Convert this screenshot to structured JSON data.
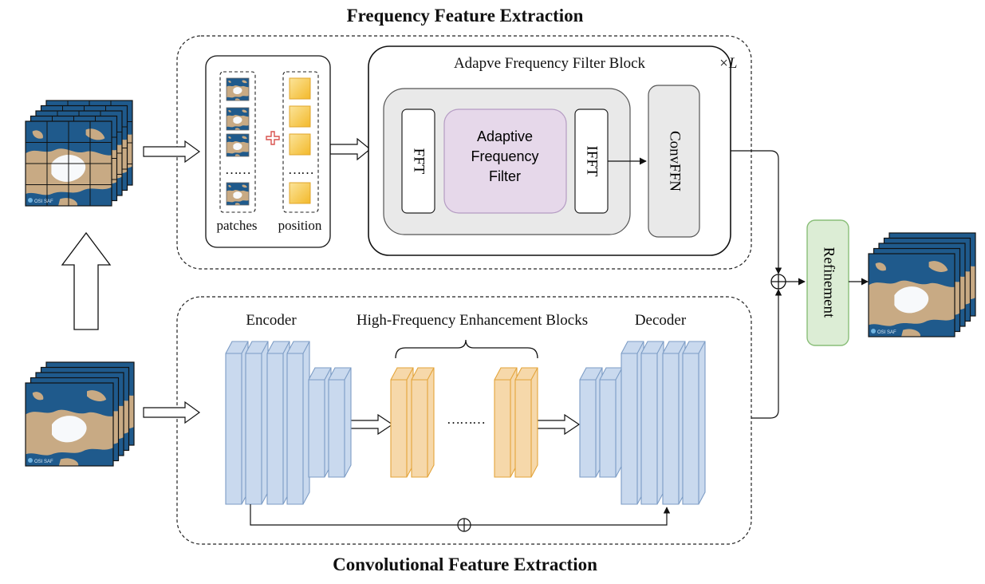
{
  "titles": {
    "top": "Frequency Feature Extraction",
    "bottom": "Convolutional Feature Extraction"
  },
  "frequency": {
    "patches_label": "patches",
    "position_label": "position",
    "ellipsis": "……",
    "block_title": "Adapve Frequency Filter Block",
    "repeat": "×L",
    "fft": "FFT",
    "ifft": "IFFT",
    "filter_lines": [
      "Adaptive",
      "Frequency",
      "Filter"
    ],
    "convffn": "ConvFFN"
  },
  "convolution": {
    "encoder": "Encoder",
    "hfe": "High-Frequency Enhancement Blocks",
    "decoder": "Decoder",
    "dots": "………"
  },
  "refinement": "Refinement",
  "osisaf": "OSI SAF",
  "colors": {
    "ocean": "#1f5a8c",
    "land": "#c8aa84",
    "ice": "#f7f9fb",
    "enc_block": "#c9d9ee",
    "enc_stroke": "#7c9cc5",
    "hfe_block": "#f6d8aa",
    "hfe_stroke": "#e3a43a",
    "filter_fill": "#e6d8ea",
    "refine_fill": "#dcedd5",
    "refine_stroke": "#89be78",
    "pos_fill": "#f7c948"
  }
}
